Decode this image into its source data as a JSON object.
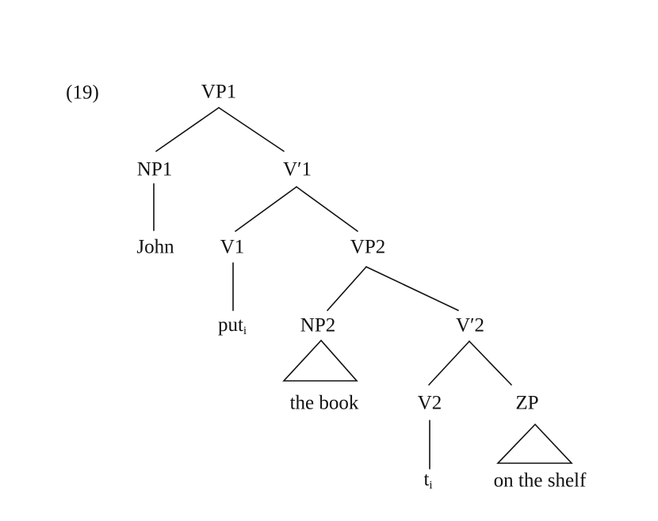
{
  "example_number": "(19)",
  "nodes": {
    "vp1": "VP1",
    "np1": "NP1",
    "vbar1": "V′1",
    "john": "John",
    "v1": "V1",
    "vp2": "VP2",
    "put": "put",
    "put_index": "i",
    "np2": "NP2",
    "vbar2": "V′2",
    "the_book": "the book",
    "v2": "V2",
    "zp": "ZP",
    "trace": "t",
    "trace_index": "i",
    "on_the_shelf": "on the shelf"
  },
  "colors": {
    "ink": "#111111",
    "background": "#ffffff"
  }
}
